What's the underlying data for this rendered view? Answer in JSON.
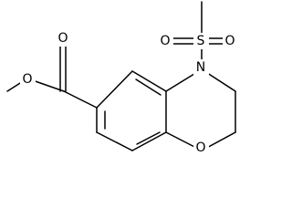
{
  "molecule": {
    "atoms": {
      "carbonyl_o": "O",
      "ester_o": "O",
      "sulfonyl_o_left": "O",
      "sulfonyl_o_right": "O",
      "sulfur": "S",
      "nitrogen": "N",
      "ring_o": "O"
    }
  },
  "colors": {
    "bond": "#000000",
    "background": "#ffffff",
    "text": "#000000"
  }
}
